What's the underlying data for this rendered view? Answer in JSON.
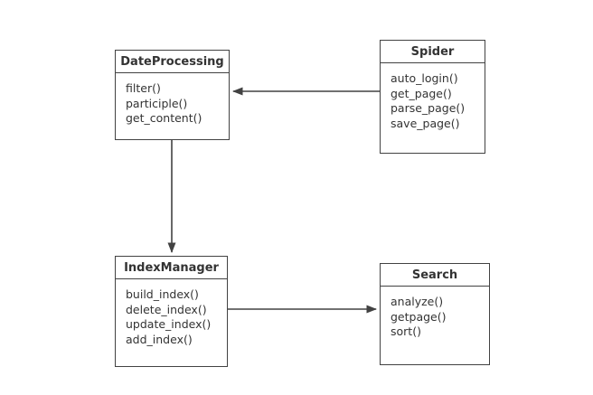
{
  "diagram": {
    "type": "uml-class-diagram",
    "colors": {
      "background": "#ffffff",
      "border": "#424242",
      "text": "#333333",
      "arrow": "#424242"
    },
    "classes": [
      {
        "name": "DateProcessing",
        "methods": [
          "filter()",
          "participle()",
          "get_content()"
        ]
      },
      {
        "name": "Spider",
        "methods": [
          "auto_login()",
          "get_page()",
          "parse_page()",
          "save_page()"
        ]
      },
      {
        "name": "IndexManager",
        "methods": [
          "build_index()",
          "delete_index()",
          "update_index()",
          "add_index()"
        ]
      },
      {
        "name": "Search",
        "methods": [
          "analyze()",
          "getpage()",
          "sort()"
        ]
      }
    ],
    "relationships": [
      {
        "from": "Spider",
        "to": "DateProcessing",
        "type": "directed-arrow"
      },
      {
        "from": "DateProcessing",
        "to": "IndexManager",
        "type": "directed-arrow"
      },
      {
        "from": "IndexManager",
        "to": "Search",
        "type": "directed-arrow"
      }
    ]
  }
}
